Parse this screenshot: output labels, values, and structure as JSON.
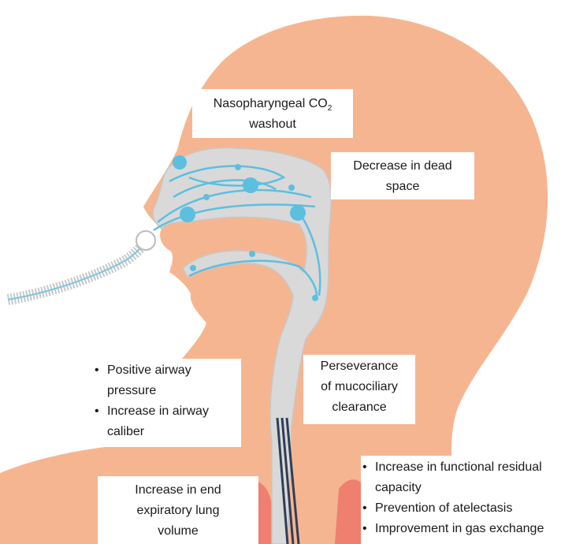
{
  "colors": {
    "skin": "#f6b591",
    "skin_shadow": "#ee9a76",
    "airway": "#d9d9d9",
    "airway_edge": "#c7c7c7",
    "flow": "#5cbfe0",
    "lung": "#ef7f6e",
    "trachea": "#2f3e57",
    "label_bg": "#ffffff"
  },
  "labels": {
    "nasopharyngeal": {
      "text": "Nasopharyngeal CO",
      "sub": "2",
      "line2": "washout"
    },
    "dead_space": {
      "line1": "Decrease in dead",
      "line2": "space"
    },
    "perseverance": {
      "line1": "Perseverance",
      "line2": "of mucociliary",
      "line3": "clearance"
    },
    "pressure": {
      "item1_line1": "Positive airway",
      "item1_line2": "pressure",
      "item2_line1": "Increase in airway",
      "item2_line2": "caliber"
    },
    "end_expiratory": {
      "line1": "Increase in end",
      "line2": "expiratory lung",
      "line3": "volume"
    },
    "functional": {
      "item1_line1": "Increase in functional residual",
      "item1_line2": "capacity",
      "item2": "Prevention of atelectasis",
      "item3": "Improvement in gas exchange"
    }
  },
  "icons": [
    "oxygen-bubble-icon",
    "nasal-cannula-icon"
  ]
}
